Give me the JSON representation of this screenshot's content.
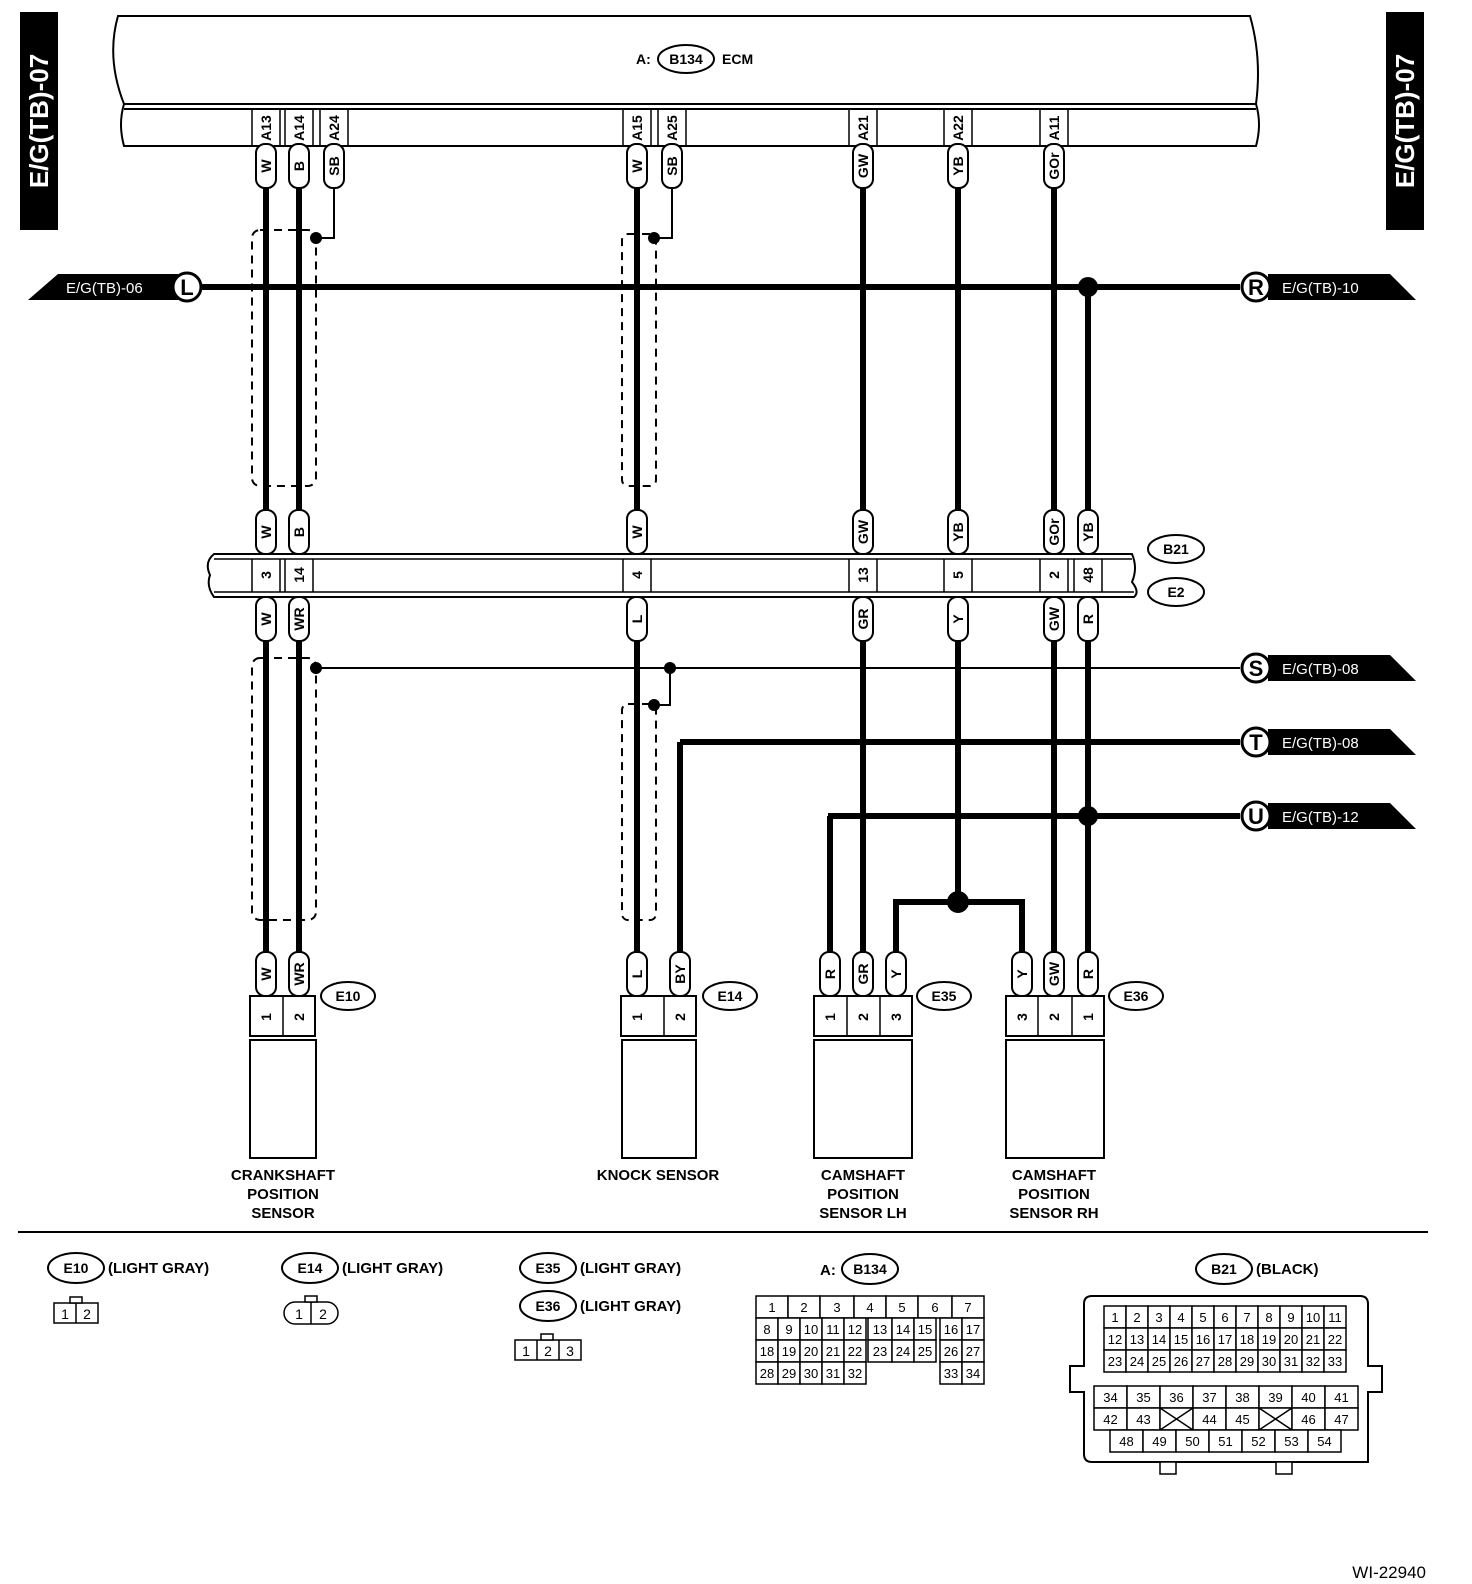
{
  "page_id_left": "E/G(TB)-07",
  "page_id_right": "E/G(TB)-07",
  "doc_code": "WI-22940",
  "ecm": {
    "prefix": "A:",
    "connector": "B134",
    "name": "ECM"
  },
  "ecm_pins": [
    {
      "pin": "A13",
      "wire": "W"
    },
    {
      "pin": "A14",
      "wire": "B"
    },
    {
      "pin": "A24",
      "wire": "SB"
    },
    {
      "pin": "A15",
      "wire": "W"
    },
    {
      "pin": "A25",
      "wire": "SB"
    },
    {
      "pin": "A21",
      "wire": "GW"
    },
    {
      "pin": "A22",
      "wire": "YB"
    },
    {
      "pin": "A11",
      "wire": "GOr"
    }
  ],
  "refs": {
    "L": {
      "letter": "L",
      "label": "E/G(TB)-06"
    },
    "R": {
      "letter": "R",
      "label": "E/G(TB)-10"
    },
    "S": {
      "letter": "S",
      "label": "E/G(TB)-08"
    },
    "T": {
      "letter": "T",
      "label": "E/G(TB)-08"
    },
    "U": {
      "letter": "U",
      "label": "E/G(TB)-12"
    }
  },
  "junction": {
    "top_connector": "B21",
    "bottom_connector": "E2",
    "terminals": [
      {
        "pin": "3",
        "upper": "W",
        "lower": "W"
      },
      {
        "pin": "14",
        "upper": "B",
        "lower": "WR"
      },
      {
        "pin": "4",
        "upper": "W",
        "lower": "L"
      },
      {
        "pin": "13",
        "upper": "GW",
        "lower": "GR"
      },
      {
        "pin": "5",
        "upper": "YB",
        "lower": "Y"
      },
      {
        "pin": "2",
        "upper": "GOr",
        "lower": "GW"
      },
      {
        "pin": "48",
        "upper": "YB",
        "lower": "R"
      }
    ]
  },
  "sensors": [
    {
      "connector": "E10",
      "name": "CRANKSHAFT POSITION SENSOR",
      "name_lines": [
        "CRANKSHAFT",
        "POSITION",
        "SENSOR"
      ],
      "pins": [
        {
          "pin": "1",
          "wire": "W"
        },
        {
          "pin": "2",
          "wire": "WR"
        }
      ]
    },
    {
      "connector": "E14",
      "name": "KNOCK SENSOR",
      "name_lines": [
        "KNOCK SENSOR"
      ],
      "pins": [
        {
          "pin": "1",
          "wire": "L"
        },
        {
          "pin": "2",
          "wire": "BY"
        }
      ]
    },
    {
      "connector": "E35",
      "name": "CAMSHAFT POSITION SENSOR LH",
      "name_lines": [
        "CAMSHAFT",
        "POSITION",
        "SENSOR LH"
      ],
      "pins": [
        {
          "pin": "1",
          "wire": "R"
        },
        {
          "pin": "2",
          "wire": "GR"
        },
        {
          "pin": "3",
          "wire": "Y"
        }
      ]
    },
    {
      "connector": "E36",
      "name": "CAMSHAFT POSITION SENSOR RH",
      "name_lines": [
        "CAMSHAFT",
        "POSITION",
        "SENSOR RH"
      ],
      "pins": [
        {
          "pin": "3",
          "wire": "Y"
        },
        {
          "pin": "2",
          "wire": "GW"
        },
        {
          "pin": "1",
          "wire": "R"
        }
      ]
    }
  ],
  "legend": {
    "E10": {
      "id": "E10",
      "color": "(LIGHT GRAY)",
      "pins": [
        "1",
        "2"
      ]
    },
    "E14": {
      "id": "E14",
      "color": "(LIGHT GRAY)",
      "pins": [
        "1",
        "2"
      ]
    },
    "E35": {
      "id": "E35",
      "color": "(LIGHT GRAY)"
    },
    "E36": {
      "id": "E36",
      "color": "(LIGHT GRAY)",
      "pins": [
        "1",
        "2",
        "3"
      ]
    },
    "B134": {
      "prefix": "A:",
      "id": "B134",
      "rows": [
        [
          "1",
          "2",
          "3",
          "4",
          "5",
          "6",
          "7"
        ],
        [
          "8",
          "9",
          "10",
          "11",
          "12",
          "13",
          "14",
          "15",
          "16",
          "17"
        ],
        [
          "18",
          "19",
          "20",
          "21",
          "22",
          "23",
          "24",
          "25",
          "26",
          "27"
        ],
        [
          "28",
          "29",
          "30",
          "31",
          "32",
          "33",
          "34"
        ]
      ]
    },
    "B21": {
      "id": "B21",
      "color": "(BLACK)",
      "rows": [
        [
          "1",
          "2",
          "3",
          "4",
          "5",
          "6",
          "7",
          "8",
          "9",
          "10",
          "11"
        ],
        [
          "12",
          "13",
          "14",
          "15",
          "16",
          "17",
          "18",
          "19",
          "20",
          "21",
          "22"
        ],
        [
          "23",
          "24",
          "25",
          "26",
          "27",
          "28",
          "29",
          "30",
          "31",
          "32",
          "33"
        ],
        [
          "34",
          "35",
          "36",
          "37",
          "38",
          "39",
          "40",
          "41"
        ],
        [
          "42",
          "43",
          "44",
          "45",
          "46",
          "47"
        ],
        [
          "48",
          "49",
          "50",
          "51",
          "52",
          "53",
          "54"
        ]
      ]
    }
  }
}
